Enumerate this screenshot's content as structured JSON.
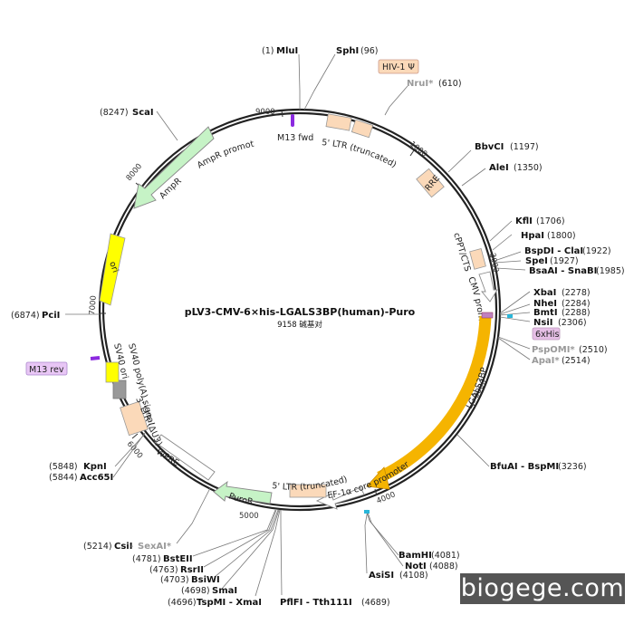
{
  "title": "pLV3-CMV-6×his-LGALS3BP(human)-Puro",
  "size_label": "9158 碱基对",
  "watermark": "biogege.com",
  "ticks": [
    "1000",
    "2000",
    "3000",
    "4000",
    "5000",
    "6000",
    "7000",
    "8000",
    "9000"
  ],
  "sites": {
    "mlui_num": "(1)",
    "mlui": "MluI",
    "sphi": "SphI",
    "sphi_num": "(96)",
    "nrui": "NruI*",
    "nrui_num": "(610)",
    "bbvci": "BbvCI",
    "bbvci_num": "(1197)",
    "alei": "AleI",
    "alei_num": "(1350)",
    "kfli": "KflI",
    "kfli_num": "(1706)",
    "hpai": "HpaI",
    "hpai_num": "(1800)",
    "bspdi": "BspDI - ClaI",
    "bspdi_num": "(1922)",
    "spei": "SpeI",
    "spei_num": "(1927)",
    "bsaai": "BsaAI - SnaBI",
    "bsaai_num": "(1985)",
    "xbai": "XbaI",
    "xbai_num": "(2278)",
    "nhei": "NheI",
    "nhei_num": "(2284)",
    "bmti": "BmtI",
    "bmti_num": "(2288)",
    "nsii": "NsiI",
    "nsii_num": "(2306)",
    "pspomi": "PspOMI*",
    "pspomi_num": "(2510)",
    "apai": "ApaI*",
    "apai_num": "(2514)",
    "bfuai": "BfuAI - BspMI",
    "bfuai_num": "(3236)",
    "bamhi": "BamHI",
    "bamhi_num": "(4081)",
    "noti": "NotI",
    "noti_num": "(4088)",
    "asisi": "AsiSI",
    "asisi_num": "(4108)",
    "pflfi": "PflFI - Tth111I",
    "pflfi_num": "(4689)",
    "tspmi_num": "(4696)",
    "tspmi": "TspMI - XmaI",
    "smai_num": "(4698)",
    "smai": "SmaI",
    "bsiwi_num": "(4703)",
    "bsiwi": "BsiWI",
    "rsrii_num": "(4763)",
    "rsrii": "RsrII",
    "bsteii_num": "(4781)",
    "bsteii": "BstEII",
    "csii_num": "(5214)",
    "csii": "CsiI",
    "sexai": "SexAI*",
    "kpni_num": "(5848)",
    "kpni": "KpnI",
    "acc65i_num": "(5844)",
    "acc65i": "Acc65I",
    "pcii_num": "(6874)",
    "pcii": "PciI",
    "scai_num": "(8247)",
    "scai": "ScaI"
  },
  "features": {
    "hiv1": "HIV-1 Ψ",
    "m13fwd": "M13 fwd",
    "ltr5": "5' LTR (truncated)",
    "rre": "RRE",
    "cppt": "cPPT/CTS",
    "cmv": "CMV promoter",
    "his": "6xHis",
    "lgals": "LGALS3BP",
    "ef1a": "EF-1α core promoter",
    "ltr5b": "5' LTR (truncated)",
    "puror": "PuroR",
    "wpre": "WPRE",
    "ltr3": "3' LTR (ΔU3)",
    "sv40pa": "SV40 poly(A) signal",
    "sv40ori": "SV40 ori",
    "m13rev": "M13 rev",
    "ori": "ori",
    "ampr": "AmpR",
    "amprprom": "AmpR promoter"
  }
}
